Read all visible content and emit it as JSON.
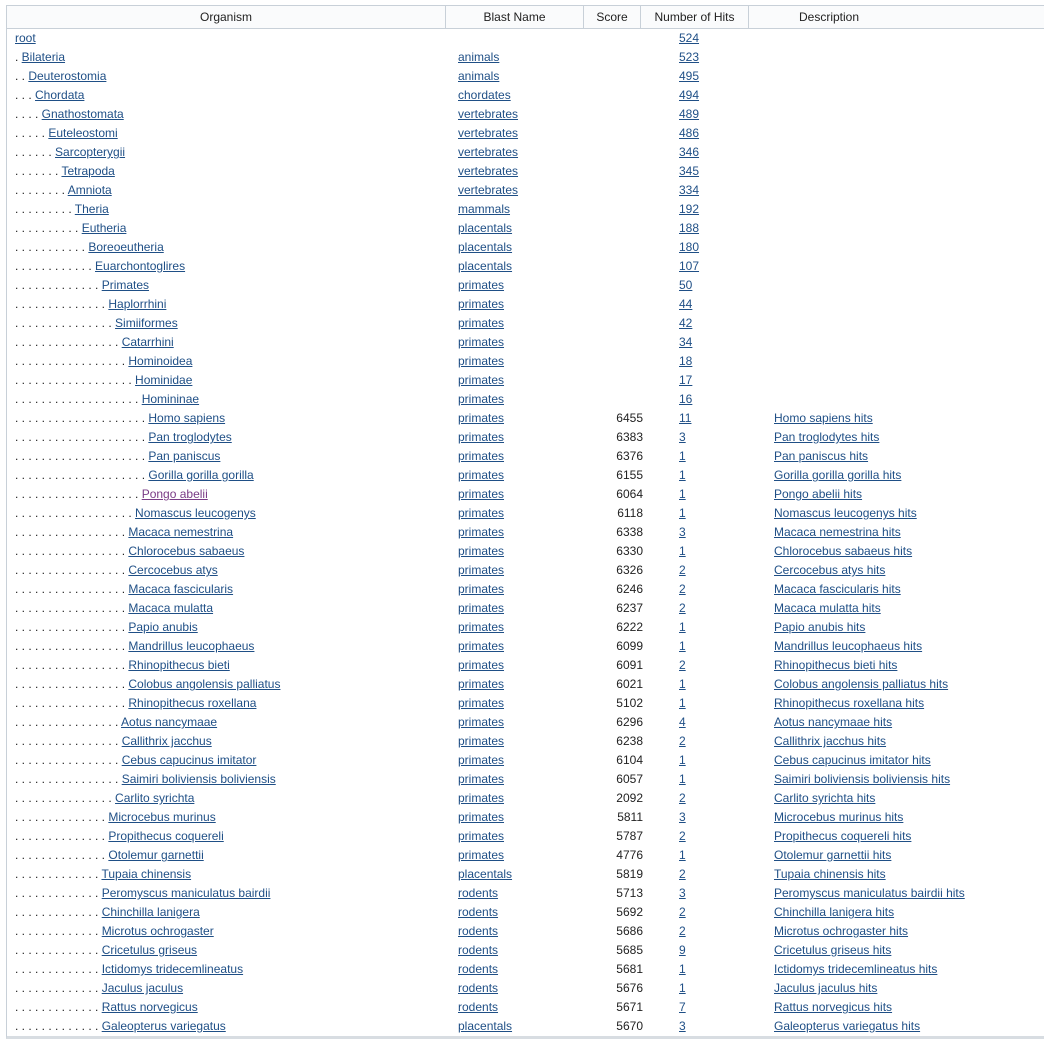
{
  "columns": [
    "Organism",
    "Blast Name",
    "Score",
    "Number of Hits",
    "Description"
  ],
  "rows": [
    {
      "level": 0,
      "name": "root",
      "blast": "",
      "score": "",
      "hits": "524",
      "desc": ""
    },
    {
      "level": 1,
      "name": "Bilateria",
      "blast": "animals",
      "score": "",
      "hits": "523",
      "desc": ""
    },
    {
      "level": 2,
      "name": "Deuterostomia",
      "blast": "animals",
      "score": "",
      "hits": "495",
      "desc": ""
    },
    {
      "level": 3,
      "name": "Chordata",
      "blast": "chordates",
      "score": "",
      "hits": "494",
      "desc": ""
    },
    {
      "level": 4,
      "name": "Gnathostomata",
      "blast": "vertebrates",
      "score": "",
      "hits": "489",
      "desc": ""
    },
    {
      "level": 5,
      "name": "Euteleostomi",
      "blast": "vertebrates",
      "score": "",
      "hits": "486",
      "desc": ""
    },
    {
      "level": 6,
      "name": "Sarcopterygii",
      "blast": "vertebrates",
      "score": "",
      "hits": "346",
      "desc": ""
    },
    {
      "level": 7,
      "name": "Tetrapoda",
      "blast": "vertebrates",
      "score": "",
      "hits": "345",
      "desc": ""
    },
    {
      "level": 8,
      "name": "Amniota",
      "blast": "vertebrates",
      "score": "",
      "hits": "334",
      "desc": ""
    },
    {
      "level": 9,
      "name": "Theria",
      "blast": "mammals",
      "score": "",
      "hits": "192",
      "desc": ""
    },
    {
      "level": 10,
      "name": "Eutheria",
      "blast": "placentals",
      "score": "",
      "hits": "188",
      "desc": ""
    },
    {
      "level": 11,
      "name": "Boreoeutheria",
      "blast": "placentals",
      "score": "",
      "hits": "180",
      "desc": ""
    },
    {
      "level": 12,
      "name": "Euarchontoglires",
      "blast": "placentals",
      "score": "",
      "hits": "107",
      "desc": ""
    },
    {
      "level": 13,
      "name": "Primates",
      "blast": "primates",
      "score": "",
      "hits": "50",
      "desc": ""
    },
    {
      "level": 14,
      "name": "Haplorrhini",
      "blast": "primates",
      "score": "",
      "hits": "44",
      "desc": ""
    },
    {
      "level": 15,
      "name": "Simiiformes",
      "blast": "primates",
      "score": "",
      "hits": "42",
      "desc": ""
    },
    {
      "level": 16,
      "name": "Catarrhini",
      "blast": "primates",
      "score": "",
      "hits": "34",
      "desc": ""
    },
    {
      "level": 17,
      "name": "Hominoidea",
      "blast": "primates",
      "score": "",
      "hits": "18",
      "desc": ""
    },
    {
      "level": 18,
      "name": "Hominidae",
      "blast": "primates",
      "score": "",
      "hits": "17",
      "desc": ""
    },
    {
      "level": 19,
      "name": "Homininae",
      "blast": "primates",
      "score": "",
      "hits": "16",
      "desc": ""
    },
    {
      "level": 20,
      "name": "Homo sapiens",
      "blast": "primates",
      "score": "6455",
      "hits": "11",
      "desc": "Homo sapiens hits"
    },
    {
      "level": 20,
      "name": "Pan troglodytes",
      "blast": "primates",
      "score": "6383",
      "hits": "3",
      "desc": "Pan troglodytes hits"
    },
    {
      "level": 20,
      "name": "Pan paniscus",
      "blast": "primates",
      "score": "6376",
      "hits": "1",
      "desc": "Pan paniscus hits"
    },
    {
      "level": 20,
      "name": "Gorilla gorilla gorilla",
      "blast": "primates",
      "score": "6155",
      "hits": "1",
      "desc": "Gorilla gorilla gorilla hits"
    },
    {
      "level": 19,
      "name": "Pongo abelii",
      "blast": "primates",
      "score": "6064",
      "hits": "1",
      "desc": "Pongo abelii hits",
      "visited": true
    },
    {
      "level": 18,
      "name": "Nomascus leucogenys",
      "blast": "primates",
      "score": "6118",
      "hits": "1",
      "desc": "Nomascus leucogenys hits"
    },
    {
      "level": 17,
      "name": "Macaca nemestrina",
      "blast": "primates",
      "score": "6338",
      "hits": "3",
      "desc": "Macaca nemestrina hits"
    },
    {
      "level": 17,
      "name": "Chlorocebus sabaeus",
      "blast": "primates",
      "score": "6330",
      "hits": "1",
      "desc": "Chlorocebus sabaeus hits"
    },
    {
      "level": 17,
      "name": "Cercocebus atys",
      "blast": "primates",
      "score": "6326",
      "hits": "2",
      "desc": "Cercocebus atys hits"
    },
    {
      "level": 17,
      "name": "Macaca fascicularis",
      "blast": "primates",
      "score": "6246",
      "hits": "2",
      "desc": "Macaca fascicularis hits"
    },
    {
      "level": 17,
      "name": "Macaca mulatta",
      "blast": "primates",
      "score": "6237",
      "hits": "2",
      "desc": "Macaca mulatta hits"
    },
    {
      "level": 17,
      "name": "Papio anubis",
      "blast": "primates",
      "score": "6222",
      "hits": "1",
      "desc": "Papio anubis hits"
    },
    {
      "level": 17,
      "name": "Mandrillus leucophaeus",
      "blast": "primates",
      "score": "6099",
      "hits": "1",
      "desc": "Mandrillus leucophaeus hits"
    },
    {
      "level": 17,
      "name": "Rhinopithecus bieti",
      "blast": "primates",
      "score": "6091",
      "hits": "2",
      "desc": "Rhinopithecus bieti hits"
    },
    {
      "level": 17,
      "name": "Colobus angolensis palliatus",
      "blast": "primates",
      "score": "6021",
      "hits": "1",
      "desc": "Colobus angolensis palliatus hits"
    },
    {
      "level": 17,
      "name": "Rhinopithecus roxellana",
      "blast": "primates",
      "score": "5102",
      "hits": "1",
      "desc": "Rhinopithecus roxellana hits"
    },
    {
      "level": 16,
      "name": "Aotus nancymaae",
      "blast": "primates",
      "score": "6296",
      "hits": "4",
      "desc": "Aotus nancymaae hits"
    },
    {
      "level": 16,
      "name": "Callithrix jacchus",
      "blast": "primates",
      "score": "6238",
      "hits": "2",
      "desc": "Callithrix jacchus hits"
    },
    {
      "level": 16,
      "name": "Cebus capucinus imitator",
      "blast": "primates",
      "score": "6104",
      "hits": "1",
      "desc": "Cebus capucinus imitator hits"
    },
    {
      "level": 16,
      "name": "Saimiri boliviensis boliviensis",
      "blast": "primates",
      "score": "6057",
      "hits": "1",
      "desc": "Saimiri boliviensis boliviensis hits"
    },
    {
      "level": 15,
      "name": "Carlito syrichta",
      "blast": "primates",
      "score": "2092",
      "hits": "2",
      "desc": "Carlito syrichta hits"
    },
    {
      "level": 14,
      "name": "Microcebus murinus",
      "blast": "primates",
      "score": "5811",
      "hits": "3",
      "desc": "Microcebus murinus hits"
    },
    {
      "level": 14,
      "name": "Propithecus coquereli",
      "blast": "primates",
      "score": "5787",
      "hits": "2",
      "desc": "Propithecus coquereli hits"
    },
    {
      "level": 14,
      "name": "Otolemur garnettii",
      "blast": "primates",
      "score": "4776",
      "hits": "1",
      "desc": "Otolemur garnettii hits"
    },
    {
      "level": 13,
      "name": "Tupaia chinensis",
      "blast": "placentals",
      "score": "5819",
      "hits": "2",
      "desc": "Tupaia chinensis hits"
    },
    {
      "level": 13,
      "name": "Peromyscus maniculatus bairdii",
      "blast": "rodents",
      "score": "5713",
      "hits": "3",
      "desc": "Peromyscus maniculatus bairdii hits"
    },
    {
      "level": 13,
      "name": "Chinchilla lanigera",
      "blast": "rodents",
      "score": "5692",
      "hits": "2",
      "desc": "Chinchilla lanigera hits"
    },
    {
      "level": 13,
      "name": "Microtus ochrogaster",
      "blast": "rodents",
      "score": "5686",
      "hits": "2",
      "desc": "Microtus ochrogaster hits"
    },
    {
      "level": 13,
      "name": "Cricetulus griseus",
      "blast": "rodents",
      "score": "5685",
      "hits": "9",
      "desc": "Cricetulus griseus hits"
    },
    {
      "level": 13,
      "name": "Ictidomys tridecemlineatus",
      "blast": "rodents",
      "score": "5681",
      "hits": "1",
      "desc": "Ictidomys tridecemlineatus hits"
    },
    {
      "level": 13,
      "name": "Jaculus jaculus",
      "blast": "rodents",
      "score": "5676",
      "hits": "1",
      "desc": "Jaculus jaculus hits"
    },
    {
      "level": 13,
      "name": "Rattus norvegicus",
      "blast": "rodents",
      "score": "5671",
      "hits": "7",
      "desc": "Rattus norvegicus hits"
    },
    {
      "level": 13,
      "name": "Galeopterus variegatus",
      "blast": "placentals",
      "score": "5670",
      "hits": "3",
      "desc": "Galeopterus variegatus hits"
    }
  ]
}
